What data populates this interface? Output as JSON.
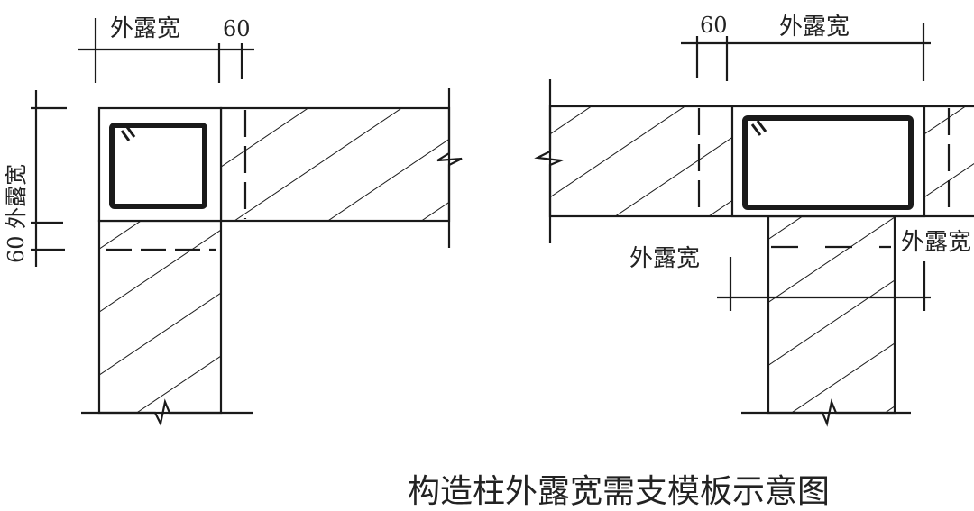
{
  "labels": {
    "exposed_width": "外露宽",
    "sixty": "60",
    "left_vertical": "60 外露宽"
  },
  "caption": "构造柱外露宽需支模板示意图",
  "colors": {
    "ink": "#1a1a1a",
    "background": "#ffffff"
  }
}
